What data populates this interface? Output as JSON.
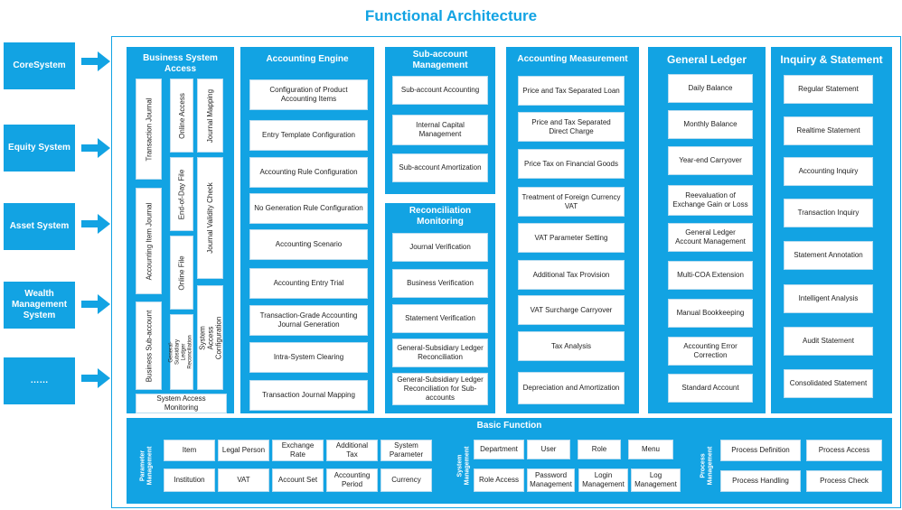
{
  "title": "Functional Architecture",
  "sources": [
    "CoreSystem",
    "Equity System",
    "Asset System",
    "Wealth Management System",
    "……"
  ],
  "colors": {
    "accent": "#12a3e3"
  },
  "bsa": {
    "header": "Business System Access",
    "items": [
      "Transaction Journal",
      "Online Access",
      "Journal Mapping",
      "End-of-Day File",
      "Journal Validity Check",
      "Accounting Item Journal",
      "Online File",
      "Business Sub-account",
      "General-Subsidiary Ledger Reconciliation",
      "System Access Configuration",
      "System Access Monitoring"
    ]
  },
  "ae": {
    "header": "Accounting Engine",
    "items": [
      "Configuration of Product Accounting Items",
      "Entry Template Configuration",
      "Accounting Rule Configuration",
      "No Generation Rule Configuration",
      "Accounting Scenario",
      "Accounting Entry Trial",
      "Transaction-Grade Accounting Journal Generation",
      "Intra-System Clearing",
      "Transaction Journal Mapping"
    ]
  },
  "sam": {
    "header": "Sub-account Management",
    "items": [
      "Sub-account Accounting",
      "Internal Capital Management",
      "Sub-account Amortization"
    ]
  },
  "rm": {
    "header": "Reconciliation Monitoring",
    "items": [
      "Journal Verification",
      "Business Verification",
      "Statement Verification",
      "General-Subsidiary Ledger Reconciliation",
      "General-Subsidiary Ledger Reconciliation for Sub-accounts"
    ]
  },
  "am": {
    "header": "Accounting Measurement",
    "items": [
      "Price and Tax Separated Loan",
      "Price and Tax Separated Direct Charge",
      "Price Tax on Financial Goods",
      "Treatment of Foreign Currency VAT",
      "VAT Parameter Setting",
      "Additional Tax Provision",
      "VAT Surcharge Carryover",
      "Tax Analysis",
      "Depreciation and Amortization"
    ]
  },
  "gl": {
    "header": "General Ledger",
    "items": [
      "Daily Balance",
      "Monthly Balance",
      "Year-end Carryover",
      "Reevaluation of Exchange Gain or Loss",
      "General Ledger Account Management",
      "Multi-COA Extension",
      "Manual Bookkeeping",
      "Accounting Error Correction",
      "Standard Account"
    ]
  },
  "is": {
    "header": "Inquiry & Statement",
    "items": [
      "Regular Statement",
      "Realtime Statement",
      "Accounting Inquiry",
      "Transaction Inquiry",
      "Statement Annotation",
      "Intelligent Analysis",
      "Audit Statement",
      "Consolidated Statement"
    ]
  },
  "basic": {
    "header": "Basic Function",
    "param_label": "Parameter Management",
    "param_items": [
      "Item",
      "Legal Person",
      "Exchange Rate",
      "Additional Tax",
      "System Parameter",
      "Institution",
      "VAT",
      "Account Set",
      "Accounting Period",
      "Currency"
    ],
    "sys_label": "System Management",
    "sys_items": [
      "Department",
      "User",
      "Role",
      "Menu",
      "Role Access",
      "Password Management",
      "Login Management",
      "Log Management"
    ],
    "proc_label": "Process Management",
    "proc_items": [
      "Process Definition",
      "Process Access",
      "Process Handling",
      "Process Check"
    ]
  }
}
